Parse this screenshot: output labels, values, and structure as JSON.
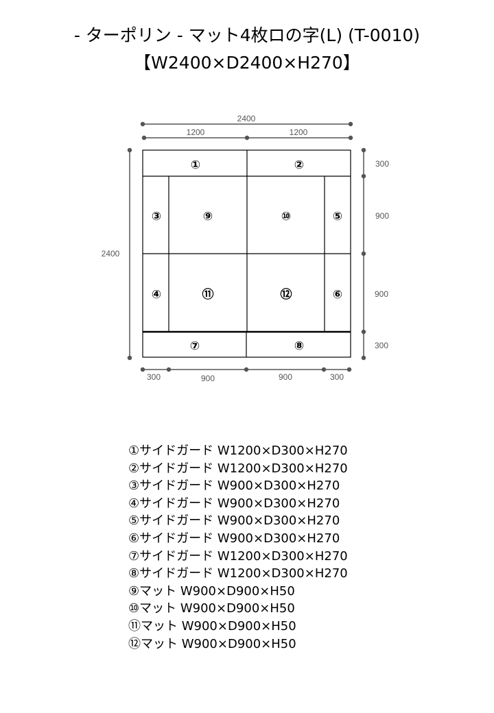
{
  "title": {
    "line1": "- ターポリン - マット4枚ロの字(L) (T-0010)",
    "line2": "【W2400×D2400×H270】"
  },
  "drawing": {
    "dims": {
      "top_total": "2400",
      "top_half_left": "1200",
      "top_half_right": "1200",
      "left_total": "2400",
      "right": [
        "300",
        "900",
        "900",
        "300"
      ],
      "bottom": [
        "300",
        "900",
        "900",
        "300"
      ]
    },
    "parts": [
      "①",
      "②",
      "③",
      "④",
      "⑤",
      "⑥",
      "⑦",
      "⑧",
      "⑨",
      "⑩",
      "⑪",
      "⑫"
    ]
  },
  "legend": [
    "①サイドガード W1200×D300×H270",
    "②サイドガード W1200×D300×H270",
    "③サイドガード W900×D300×H270",
    "④サイドガード W900×D300×H270",
    "⑤サイドガード W900×D300×H270",
    "⑥サイドガード W900×D300×H270",
    "⑦サイドガード W1200×D300×H270",
    "⑧サイドガード W1200×D300×H270",
    "⑨マット W900×D900×H50",
    "⑩マット W900×D900×H50",
    "⑪マット W900×D900×H50",
    "⑫マット W900×D900×H50"
  ]
}
